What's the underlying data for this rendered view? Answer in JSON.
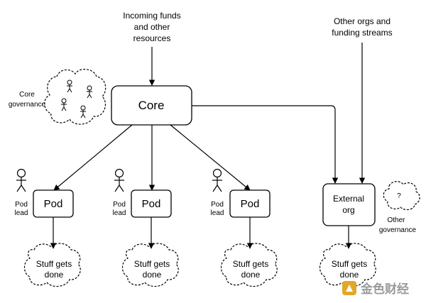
{
  "incoming": {
    "line1": "Incoming funds",
    "line2": "and other",
    "line3": "resources"
  },
  "other_orgs": {
    "line1": "Other orgs and",
    "line2": "funding streams"
  },
  "core_governance": {
    "line1": "Core",
    "line2": "governance"
  },
  "core": {
    "label": "Core"
  },
  "pods": [
    {
      "label": "Pod",
      "lead_line1": "Pod",
      "lead_line2": "lead",
      "outcome_line1": "Stuff gets",
      "outcome_line2": "done"
    },
    {
      "label": "Pod",
      "lead_line1": "Pod",
      "lead_line2": "lead",
      "outcome_line1": "Stuff gets",
      "outcome_line2": "done"
    },
    {
      "label": "Pod",
      "lead_line1": "Pod",
      "lead_line2": "lead",
      "outcome_line1": "Stuff gets",
      "outcome_line2": "done"
    }
  ],
  "external_org": {
    "line1": "External",
    "line2": "org",
    "outcome_line1": "Stuff gets",
    "outcome_line2": "done"
  },
  "other_governance": {
    "symbol": "?",
    "line1": "Other",
    "line2": "governance"
  },
  "watermark": {
    "text": "金色财经"
  }
}
